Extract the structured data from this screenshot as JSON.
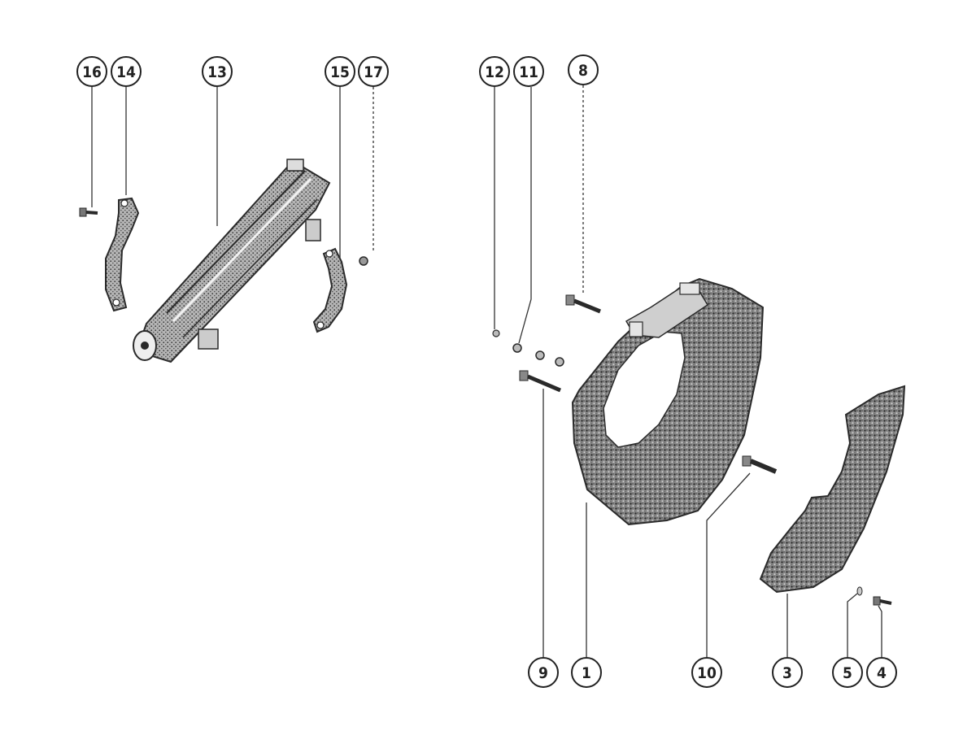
{
  "callouts": [
    "16",
    "14",
    "13",
    "15",
    "17",
    "12",
    "11",
    "8",
    "9",
    "1",
    "10",
    "3",
    "5",
    "4"
  ],
  "colors": {
    "ink": "#222222",
    "stipple": "#6a6a6a",
    "paper": "#ffffff"
  }
}
